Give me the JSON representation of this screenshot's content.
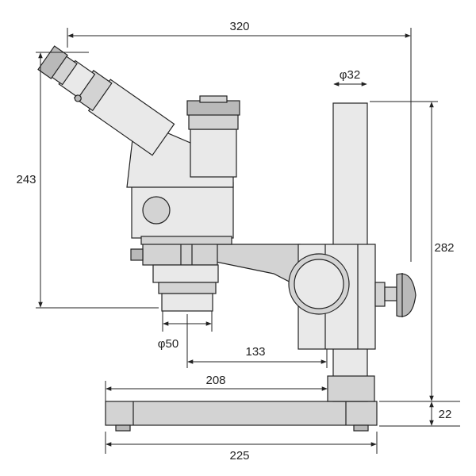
{
  "dimensions": {
    "overall_width": "320",
    "objective_height": "243",
    "pillar_diameter": "φ32",
    "pillar_height": "282",
    "lens_diameter": "φ50",
    "working_distance": "133",
    "base_to_pillar": "208",
    "base_thickness": "22",
    "base_width": "225"
  },
  "colors": {
    "line": "#222222",
    "body_light": "#e9e9e9",
    "body_mid": "#d3d3d3",
    "body_dark": "#b9b9b9"
  }
}
